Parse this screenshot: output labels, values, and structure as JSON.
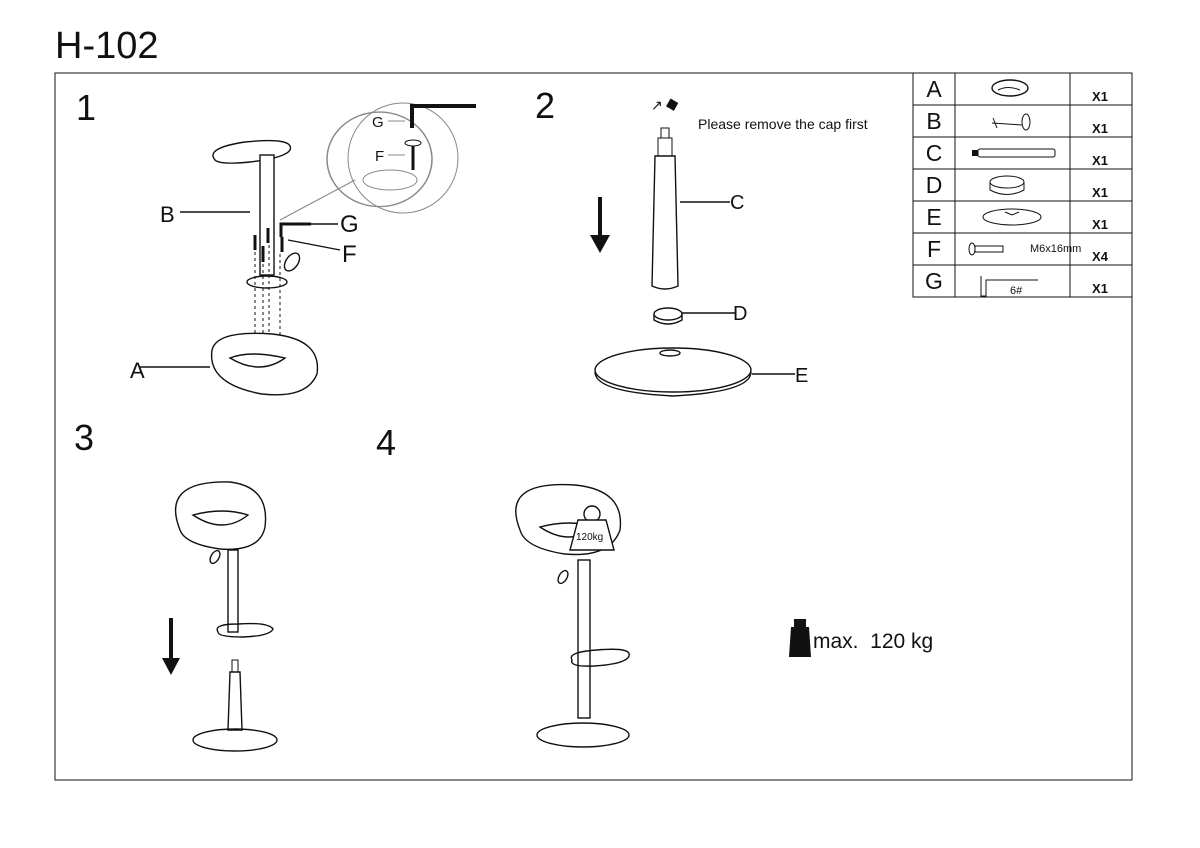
{
  "title": "H-102",
  "steps": [
    {
      "number": "1",
      "labels": {
        "A": "A",
        "B": "B",
        "G": "G",
        "F": "F",
        "detail_G": "G",
        "detail_F": "F"
      }
    },
    {
      "number": "2",
      "note": "Please remove the cap first",
      "labels": {
        "C": "C",
        "D": "D",
        "E": "E"
      }
    },
    {
      "number": "3"
    },
    {
      "number": "4",
      "weight_label": "120kg"
    }
  ],
  "max_load": "max.  120 kg",
  "parts": [
    {
      "letter": "A",
      "icon": "seat-icon",
      "spec": "",
      "qty": "X1"
    },
    {
      "letter": "B",
      "icon": "footrest-icon",
      "spec": "",
      "qty": "X1"
    },
    {
      "letter": "C",
      "icon": "gas-lift-icon",
      "spec": "",
      "qty": "X1"
    },
    {
      "letter": "D",
      "icon": "ring-icon",
      "spec": "",
      "qty": "X1"
    },
    {
      "letter": "E",
      "icon": "base-icon",
      "spec": "",
      "qty": "X1"
    },
    {
      "letter": "F",
      "icon": "screw-icon",
      "spec": "M6x16mm",
      "qty": "X4"
    },
    {
      "letter": "G",
      "icon": "allen-key-icon",
      "spec": "6#",
      "qty": "X1"
    }
  ]
}
